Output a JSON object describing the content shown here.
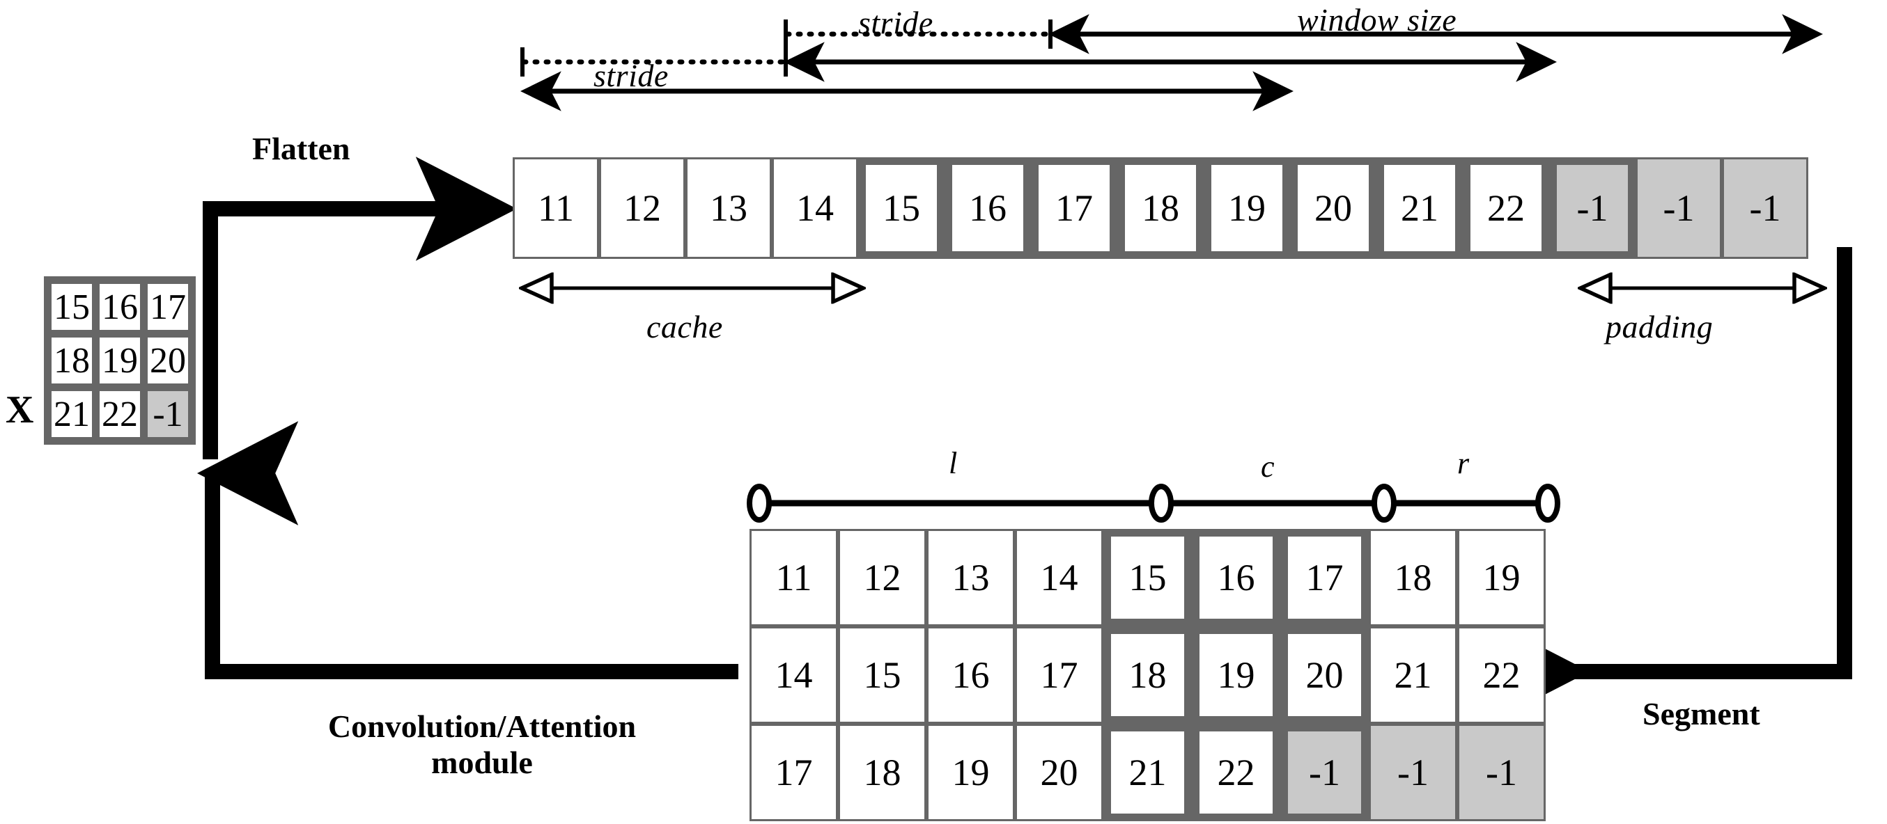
{
  "diagram": {
    "title_hidden": "",
    "labels": {
      "flatten": "Flatten",
      "conv_module": "Convolution/Attention\nmodule",
      "segment": "Segment",
      "x_matrix": "X",
      "stride_1": "stride",
      "stride_2": "stride",
      "window_size": "window size",
      "cache": "cache",
      "padding": "padding",
      "axis_l": "l",
      "axis_c": "c",
      "axis_r": "r"
    },
    "colors": {
      "cell_border": "#666666",
      "group_border": "#666666",
      "padding_fill": "#c9c9c9",
      "cell_fill": "#ffffff",
      "arrow": "#000000"
    },
    "x_matrix": {
      "rows": [
        [
          "15",
          "16",
          "17"
        ],
        [
          "18",
          "19",
          "20"
        ],
        [
          "21",
          "22",
          "-1"
        ]
      ],
      "padded_cells": [
        [
          2,
          2
        ]
      ]
    },
    "flattened": {
      "values": [
        "11",
        "12",
        "13",
        "14",
        "15",
        "16",
        "17",
        "18",
        "19",
        "20",
        "21",
        "22",
        "-1",
        "-1",
        "-1"
      ],
      "cache_range": [
        0,
        3
      ],
      "window_group_range": [
        4,
        12
      ],
      "padding_range": [
        12,
        14
      ],
      "gray_cells": [
        12,
        13,
        14
      ]
    },
    "segments_table": {
      "rows": [
        [
          "11",
          "12",
          "13",
          "14",
          "15",
          "16",
          "17",
          "18",
          "19"
        ],
        [
          "14",
          "15",
          "16",
          "17",
          "18",
          "19",
          "20",
          "21",
          "22"
        ],
        [
          "17",
          "18",
          "19",
          "20",
          "21",
          "22",
          "-1",
          "-1",
          "-1"
        ]
      ],
      "center_cols": [
        4,
        5,
        6
      ],
      "gray_cells": [
        [
          2,
          6
        ],
        [
          2,
          7
        ],
        [
          2,
          8
        ]
      ]
    }
  }
}
